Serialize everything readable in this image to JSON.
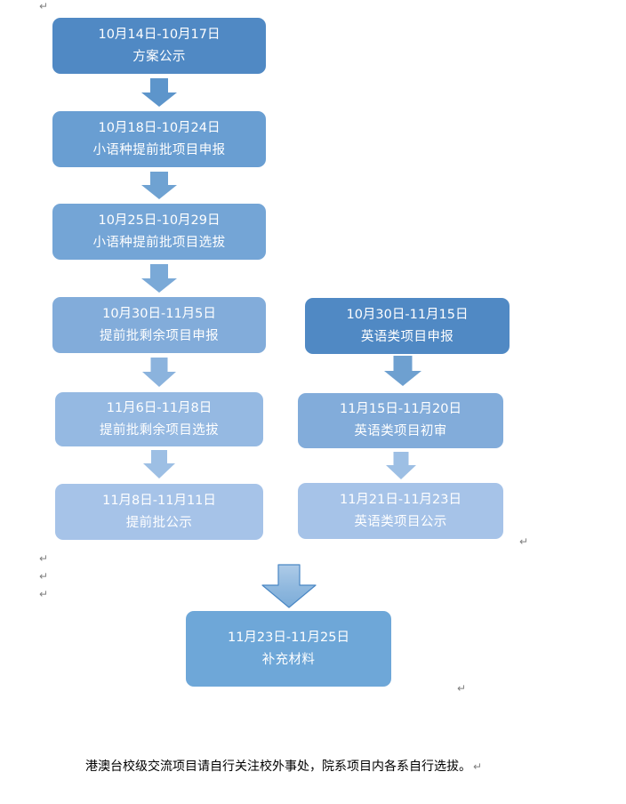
{
  "document": {
    "footer_note": "港澳台校级交流项目请自行关注校外事处，院系项目内各系自行选拔。",
    "footer_mark": "↵",
    "paragraph_mark": "↵"
  },
  "palette": {
    "blue_1": "#5089c4",
    "blue_2": "#699ed2",
    "blue_3": "#74a5d6",
    "blue_4": "#82acda",
    "blue_5": "#95b9e2",
    "blue_6": "#a6c3e8",
    "arrow_blue": "#6ea0d0",
    "arrow_light": "#93bcdf",
    "big_arrow_border": "#4a87c4",
    "text_white": "#ffffff",
    "text_black": "#000000",
    "mark_gray": "#808080"
  },
  "flow": {
    "left_column": [
      {
        "id": "plan-publicity",
        "dates": "10月14日-10月17日",
        "label": "方案公示"
      },
      {
        "id": "minor-lang-apply",
        "dates": "10月18日-10月24日",
        "label": "小语种提前批项目申报"
      },
      {
        "id": "minor-lang-select",
        "dates": "10月25日-10月29日",
        "label": "小语种提前批项目选拔"
      },
      {
        "id": "early-batch-rest-apply",
        "dates": "10月30日-11月5日",
        "label": "提前批剩余项目申报"
      },
      {
        "id": "early-batch-rest-select",
        "dates": "11月6日-11月8日",
        "label": "提前批剩余项目选拔"
      },
      {
        "id": "early-batch-publicity",
        "dates": "11月8日-11月11日",
        "label": "提前批公示"
      }
    ],
    "right_column": [
      {
        "id": "english-apply",
        "dates": "10月30日-11月15日",
        "label": "英语类项目申报"
      },
      {
        "id": "english-review",
        "dates": "11月15日-11月20日",
        "label": "英语类项目初审"
      },
      {
        "id": "english-publicity",
        "dates": "11月21日-11月23日",
        "label": "英语类项目公示"
      }
    ],
    "final": {
      "id": "supplement-materials",
      "dates": "11月23日-11月25日",
      "label": "补充材料"
    }
  }
}
